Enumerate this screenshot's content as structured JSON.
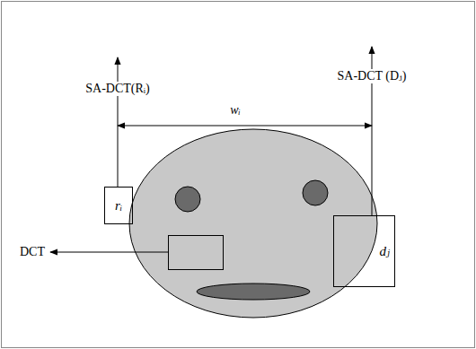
{
  "diagram": {
    "nodes": [
      {
        "text": [
          "rᵢ"
        ]
      },
      {
        "text": [
          "dⱼ"
        ]
      }
    ],
    "labels": [
      "SA-DCT(Rᵢ)",
      "SA-DCT (Dⱼ)",
      "wᵢ",
      "DCT"
    ]
  }
}
